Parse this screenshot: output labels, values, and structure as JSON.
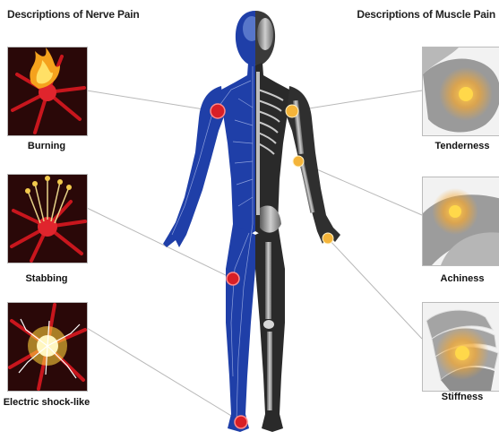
{
  "nerve_pain": {
    "heading": "Descriptions of Nerve Pain",
    "items": [
      {
        "label": "Burning"
      },
      {
        "label": "Stabbing"
      },
      {
        "label": "Electric shock-like"
      }
    ]
  },
  "muscle_pain": {
    "heading": "Descriptions of Muscle Pain",
    "items": [
      {
        "label": "Tenderness"
      },
      {
        "label": "Achiness"
      },
      {
        "label": "Stiffness"
      }
    ]
  },
  "colors": {
    "nerve_body": "#1f3fa8",
    "nerve_marker": "#d81f26",
    "muscle_marker": "#f4b43a",
    "neuron": "#c8161d",
    "skeleton": "#9a9a9a"
  }
}
